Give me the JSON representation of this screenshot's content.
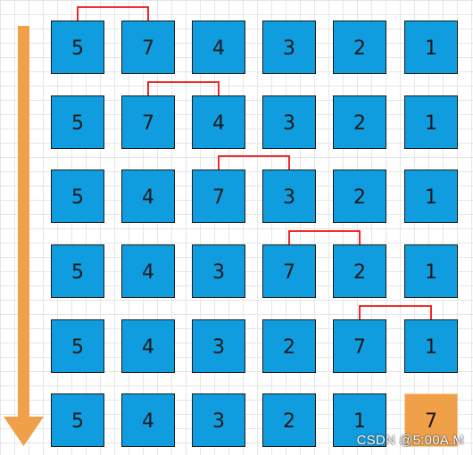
{
  "rows": [
    {
      "values": [
        "5",
        "7",
        "4",
        "3",
        "2",
        "1"
      ],
      "bracket": [
        0,
        1
      ],
      "highlight": null
    },
    {
      "values": [
        "5",
        "7",
        "4",
        "3",
        "2",
        "1"
      ],
      "bracket": [
        1,
        2
      ],
      "highlight": null
    },
    {
      "values": [
        "5",
        "4",
        "7",
        "3",
        "2",
        "1"
      ],
      "bracket": [
        2,
        3
      ],
      "highlight": null
    },
    {
      "values": [
        "5",
        "4",
        "3",
        "7",
        "2",
        "1"
      ],
      "bracket": [
        3,
        4
      ],
      "highlight": null
    },
    {
      "values": [
        "5",
        "4",
        "3",
        "2",
        "7",
        "1"
      ],
      "bracket": [
        4,
        5
      ],
      "highlight": null
    },
    {
      "values": [
        "5",
        "4",
        "3",
        "2",
        "1",
        "7"
      ],
      "bracket": null,
      "highlight": 5
    }
  ],
  "colors": {
    "cell": "#0f9de0",
    "cell_border": "#1a1a1a",
    "highlight": "#f0a048",
    "bracket": "#ee1111",
    "arrow": "#f0a048",
    "text": "#1a1a1a"
  },
  "watermark": "CSDN @5:00A.M"
}
